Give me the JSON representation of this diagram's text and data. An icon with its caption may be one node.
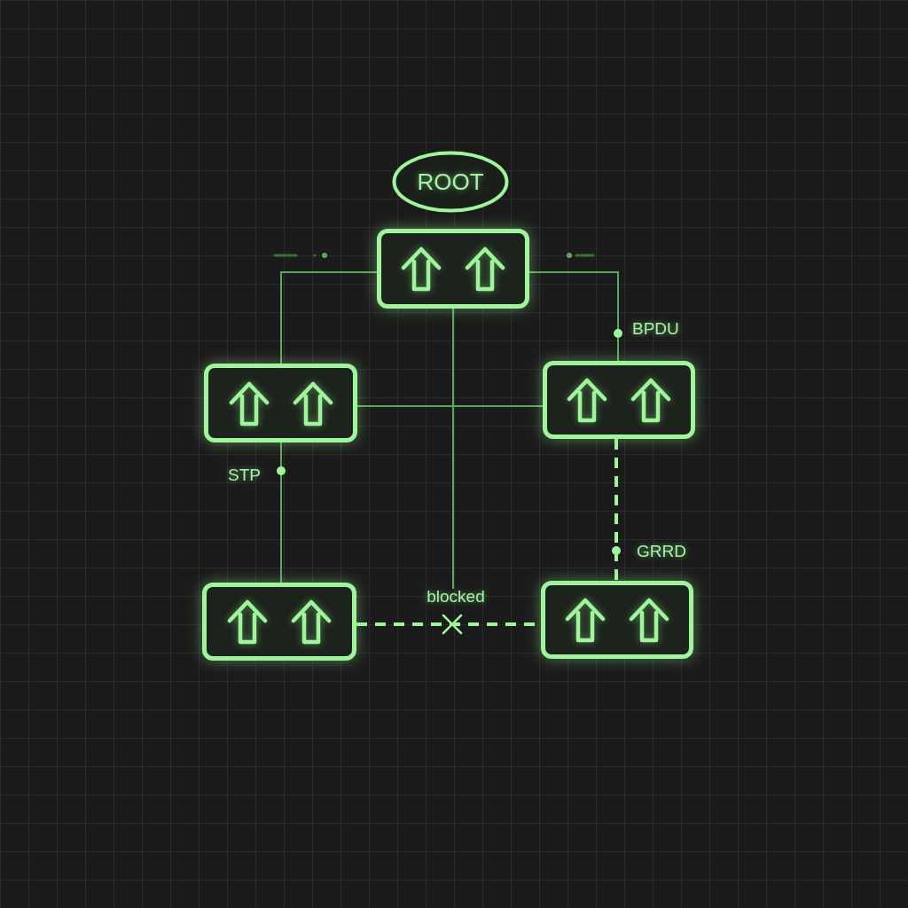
{
  "diagram": {
    "nodes": [
      {
        "text": [
          "ROOT"
        ]
      },
      {
        "text": [],
        "shape": "box"
      },
      {
        "text": [],
        "shape": "box"
      },
      {
        "text": [],
        "shape": "box"
      },
      {
        "text": [],
        "shape": "box"
      },
      {
        "text": [],
        "shape": "box"
      }
    ],
    "edges": [
      {
        "from": 1,
        "to": 2,
        "arrow": "none"
      },
      {
        "from": 1,
        "to": 3,
        "arrow": "none",
        "label": "BPDU"
      },
      {
        "from": 1,
        "to": null,
        "arrow": "none"
      },
      {
        "from": 2,
        "to": 3,
        "arrow": "none"
      },
      {
        "from": 2,
        "to": 4,
        "arrow": "none",
        "label": "STP"
      },
      {
        "from": 3,
        "to": 5,
        "arrow": "none",
        "label": "GRRD",
        "style": "dashed",
        "color": "#9ef59a"
      },
      {
        "from": 4,
        "to": 5,
        "arrow": "none",
        "label": "blocked",
        "style": "dashed",
        "color": "#9ef59a"
      }
    ]
  }
}
